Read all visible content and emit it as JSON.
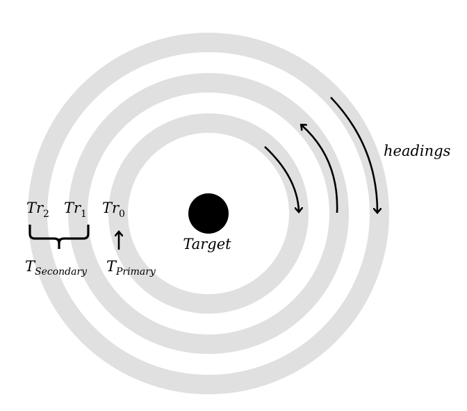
{
  "diagram": {
    "labels": {
      "headings": "headings",
      "target": "Target",
      "tr2": {
        "base": "Tr",
        "sub": "2"
      },
      "tr1": {
        "base": "Tr",
        "sub": "1"
      },
      "tr0": {
        "base": "Tr",
        "sub": "0"
      },
      "t_secondary": {
        "base": "T",
        "sub": "Secondary"
      },
      "t_primary": {
        "base": "T",
        "sub": "Primary"
      }
    },
    "colors": {
      "ring": "#e0e0e0",
      "target": "#000000",
      "arrow": "#000000",
      "text": "#000000",
      "background": "#ffffff"
    },
    "rings": 3
  }
}
